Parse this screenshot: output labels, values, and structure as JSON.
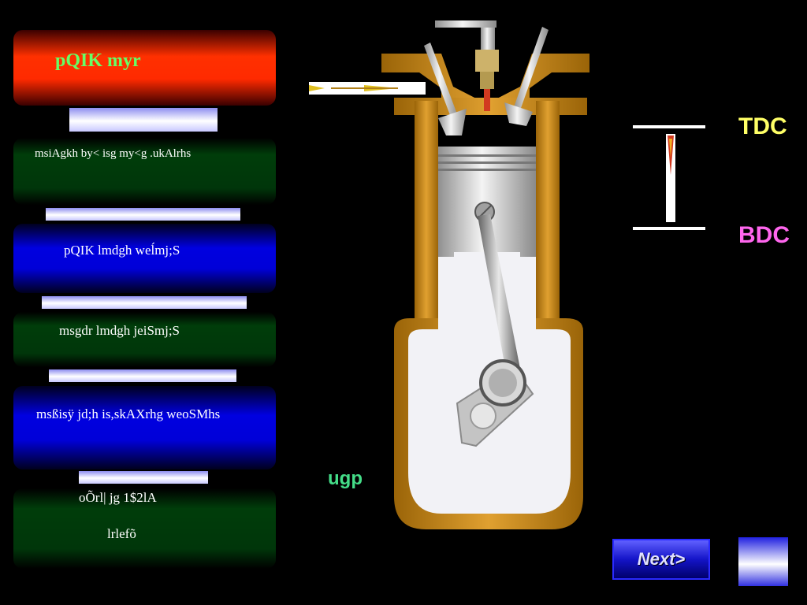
{
  "menu": {
    "title": "pQIK myr",
    "items": [
      "msiAgkh by< isg my<g .ukAlrhs",
      "pQIK lmdgh weĺmj;S",
      "msgdr lmdgh jeiSmj;S",
      "msßisÿ jd;h is,skAXrhg weoSMhs",
      "oÕrl| jg 1$2lA",
      "lrlefõ"
    ]
  },
  "engine": {
    "tdc_label": "TDC",
    "bdc_label": "BDC",
    "status_label": "ugp"
  },
  "navigation": {
    "next_label": "Next>"
  },
  "colors": {
    "tdc": "#ffff66",
    "bdc": "#ff66ee",
    "status": "#44dd88",
    "title_text": "#66ff66"
  }
}
